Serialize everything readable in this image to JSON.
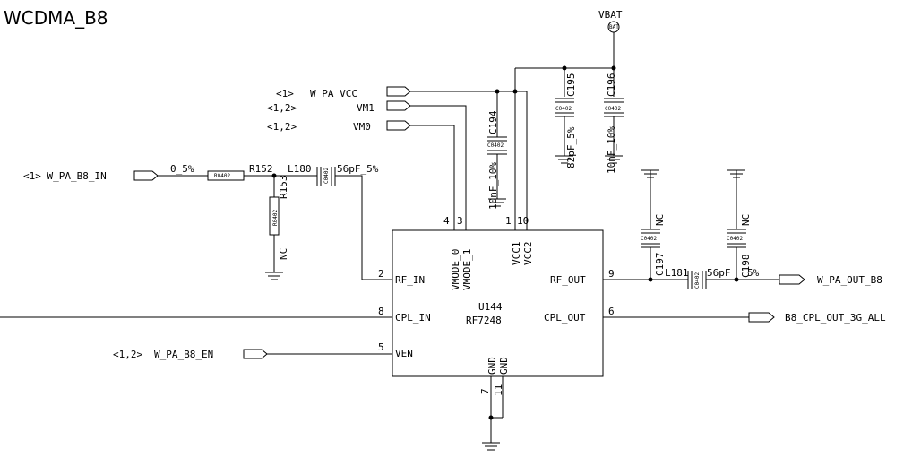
{
  "sheet_title": "WCDMA_B8",
  "power": {
    "vbat_label": "VBAT",
    "vbat_symbol": "BAT"
  },
  "ports": {
    "w_pa_vcc": {
      "ref": "<1>",
      "name": "W_PA_VCC"
    },
    "vm1": {
      "ref": "<1,2>",
      "name": "VM1"
    },
    "vm0": {
      "ref": "<1,2>",
      "name": "VM0"
    },
    "w_pa_b8_in": {
      "label": "<1> W_PA_B8_IN"
    },
    "w_pa_b8_en": {
      "ref": "<1,2>",
      "name": "W_PA_B8_EN"
    },
    "w_pa_out_b8": {
      "name": "W_PA_OUT_B8"
    },
    "b8_cpl_out": {
      "name": "B8_CPL_OUT_3G_ALL"
    }
  },
  "ic": {
    "ref": "U144",
    "part": "RF7248",
    "pins": {
      "vmode0": "VMODE_0",
      "vmode1": "VMODE_1",
      "vcc1": "VCC1",
      "vcc2": "VCC2",
      "rf_in": "RF_IN",
      "cpl_in": "CPL_IN",
      "ven": "VEN",
      "rf_out": "RF_OUT",
      "cpl_out": "CPL_OUT",
      "gnd_a": "GND",
      "gnd_b": "GND"
    },
    "pin_numbers": {
      "vmode0": "4",
      "vmode1": "3",
      "vcc1": "1",
      "vcc2": "10",
      "rf_in": "2",
      "cpl_in": "8",
      "ven": "5",
      "rf_out": "9",
      "cpl_out": "6",
      "gnd_a": "7",
      "gnd_b": "11"
    }
  },
  "components": {
    "r152": {
      "ref": "R152",
      "value": "0_5%",
      "package": "R0402"
    },
    "l180": {
      "ref": "L180",
      "value": "56pF_5%",
      "package": "C0402"
    },
    "r153": {
      "ref": "R153",
      "value": "NC",
      "package": "R0402"
    },
    "c194": {
      "ref": "C194",
      "value": "10nF_10%",
      "package": "C0402"
    },
    "c195": {
      "ref": "C195",
      "value": "82pF_5%",
      "package": "C0402"
    },
    "c196": {
      "ref": "C196",
      "value": "10nF_10%",
      "package": "C0402"
    },
    "c197": {
      "ref": "C197",
      "value": "NC",
      "package": "C0402"
    },
    "l181": {
      "ref": "L181",
      "value": "56pF",
      "package": "C0402"
    },
    "c198": {
      "ref": "C198",
      "value": "NC",
      "package": "C0402"
    },
    "c198_tol": "5%"
  }
}
